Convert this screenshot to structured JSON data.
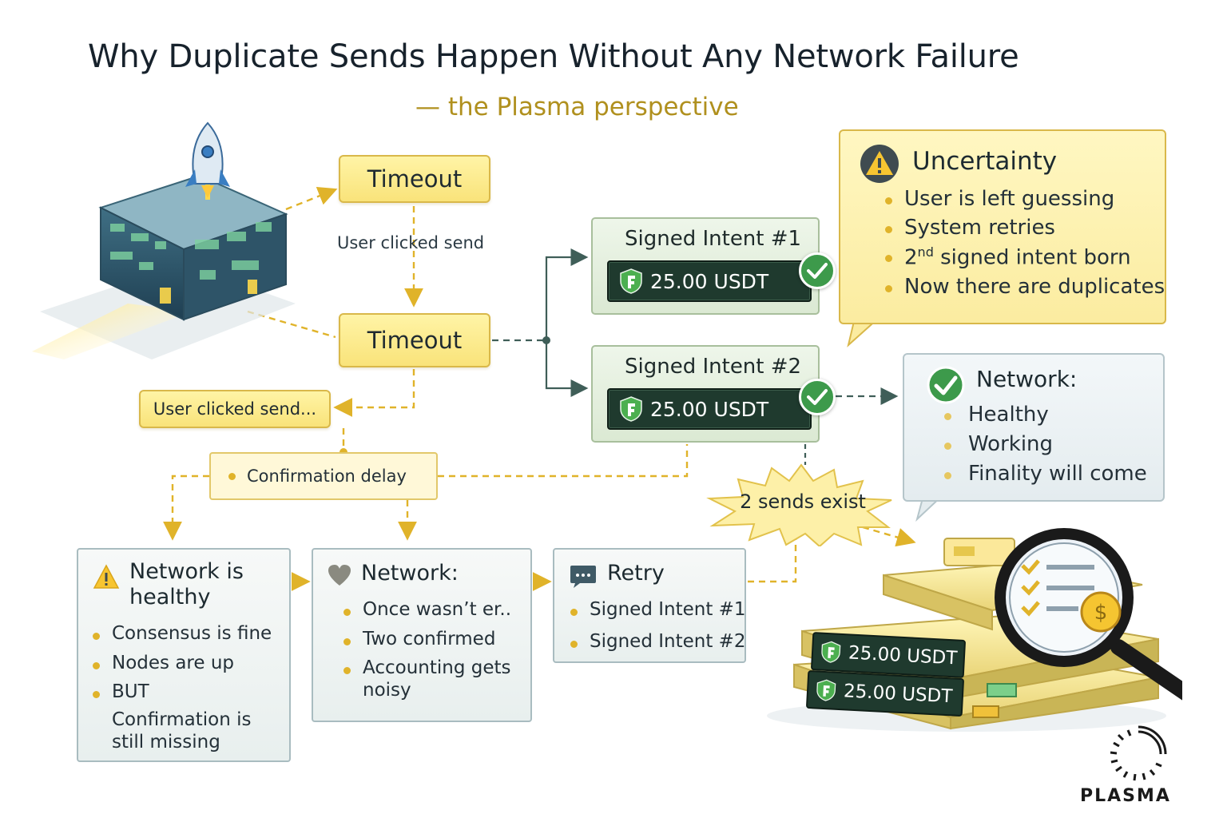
{
  "header": {
    "title": "Why Duplicate Sends Happen Without Any Network Failure",
    "subtitle": "— the Plasma perspective"
  },
  "flow": {
    "timeout_top": "Timeout",
    "user_clicked_send": "User clicked send",
    "timeout_middle": "Timeout",
    "user_clicked_send_ellipsis": "User clicked send...",
    "confirmation_delay": "Confirmation delay"
  },
  "intents": [
    {
      "label": "Signed Intent #1",
      "amount": "25.00 USDT"
    },
    {
      "label": "Signed Intent #2",
      "amount": "25.00 USDT"
    }
  ],
  "uncertainty": {
    "title": "Uncertainty",
    "items": [
      "User is left guessing",
      "System retries",
      "signed intent born",
      "Now there are duplicates"
    ],
    "ordinal_number": "2",
    "ordinal_suffix": "nd"
  },
  "network_callout": {
    "title": "Network:",
    "items": [
      "Healthy",
      "Working",
      "Finality will come"
    ]
  },
  "burst_label": "2 sends exist",
  "panels": {
    "healthy": {
      "title_line1": "Network is",
      "title_line2": "healthy",
      "items": [
        "Consensus is fine",
        "Nodes are up",
        "BUT"
      ],
      "note_line1": "Confirmation is",
      "note_line2": "still missing"
    },
    "network": {
      "title": "Network:",
      "items": [
        "Once wasn’t er..",
        "Two confirmed",
        "Accounting gets"
      ],
      "item3_cont": "noisy"
    },
    "retry": {
      "title": "Retry",
      "items": [
        "Signed Intent #1",
        "Signed Intent #2"
      ]
    }
  },
  "stack": {
    "amounts": [
      "25.00 USDT",
      "25.00 USDT"
    ]
  },
  "logo": {
    "wordmark": "PLASMA"
  },
  "icons": [
    "rocket-icon",
    "building-icon",
    "warning-icon",
    "check-icon",
    "shield-icon",
    "heart-icon",
    "chat-icon",
    "magnifier-icon",
    "coin-icon",
    "plasma-logo-icon"
  ],
  "colors": {
    "accent_yellow": "#f9e37a",
    "border_yellow": "#d9b84a",
    "dash_yellow": "#e0b32a",
    "intent_green": "#dbe9d3",
    "pill_dark": "#1f3a2e",
    "check_green": "#3d9a4b",
    "subtitle_gold": "#b0901e"
  }
}
